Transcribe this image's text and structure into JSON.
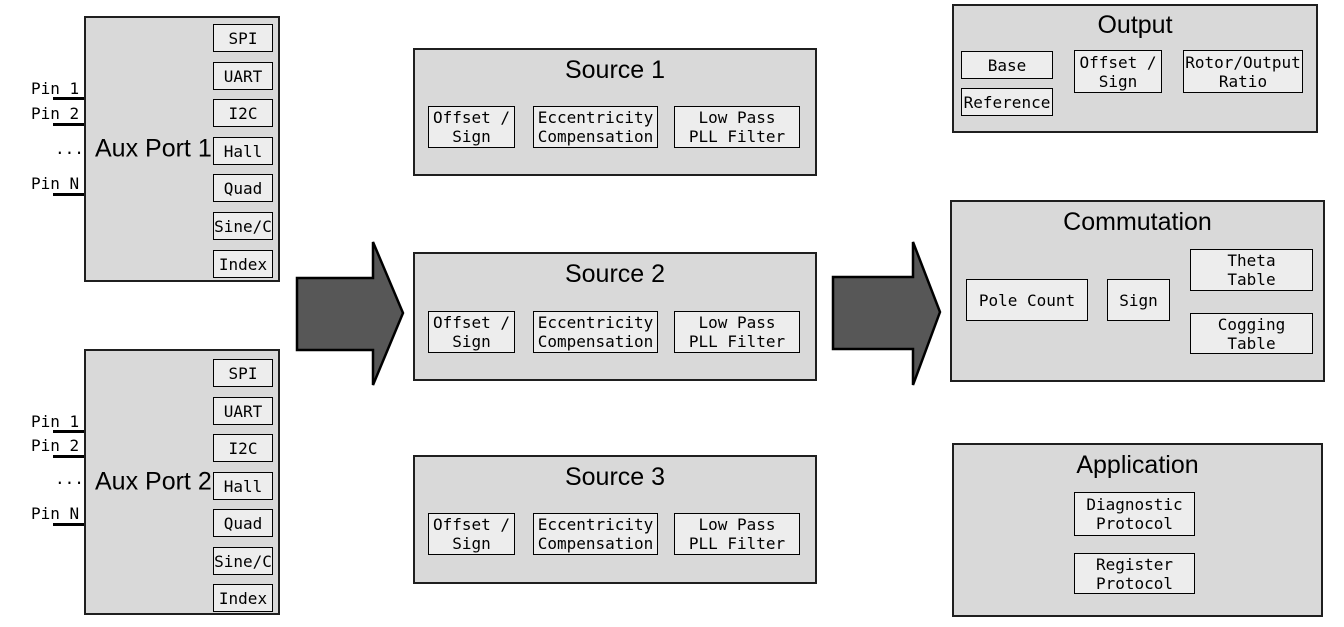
{
  "colors": {
    "background": "#ffffff",
    "container_fill": "#d9d9d9",
    "chip_fill": "#ededed",
    "arrow_fill": "#575757",
    "border": "#000000"
  },
  "aux_port_1": {
    "title": "Aux Port 1",
    "pins": [
      "Pin 1",
      "Pin 2",
      "...",
      "Pin N"
    ],
    "protocols": [
      "SPI",
      "UART",
      "I2C",
      "Hall",
      "Quad",
      "Sine/C",
      "Index"
    ]
  },
  "aux_port_2": {
    "title": "Aux Port 2",
    "pins": [
      "Pin 1",
      "Pin 2",
      "...",
      "Pin N"
    ],
    "protocols": [
      "SPI",
      "UART",
      "I2C",
      "Hall",
      "Quad",
      "Sine/C",
      "Index"
    ]
  },
  "sources": [
    {
      "title": "Source 1",
      "chips": [
        "Offset /\nSign",
        "Eccentricity\nCompensation",
        "Low Pass\nPLL Filter"
      ]
    },
    {
      "title": "Source 2",
      "chips": [
        "Offset /\nSign",
        "Eccentricity\nCompensation",
        "Low Pass\nPLL Filter"
      ]
    },
    {
      "title": "Source 3",
      "chips": [
        "Offset /\nSign",
        "Eccentricity\nCompensation",
        "Low Pass\nPLL Filter"
      ]
    }
  ],
  "output": {
    "title": "Output",
    "chips": [
      "Base",
      "Reference",
      "Offset /\nSign",
      "Rotor/Output\nRatio"
    ]
  },
  "commutation": {
    "title": "Commutation",
    "chips": [
      "Pole Count",
      "Sign",
      "Theta\nTable",
      "Cogging\nTable"
    ]
  },
  "application": {
    "title": "Application",
    "chips": [
      "Diagnostic\nProtocol",
      "Register\nProtocol"
    ]
  }
}
